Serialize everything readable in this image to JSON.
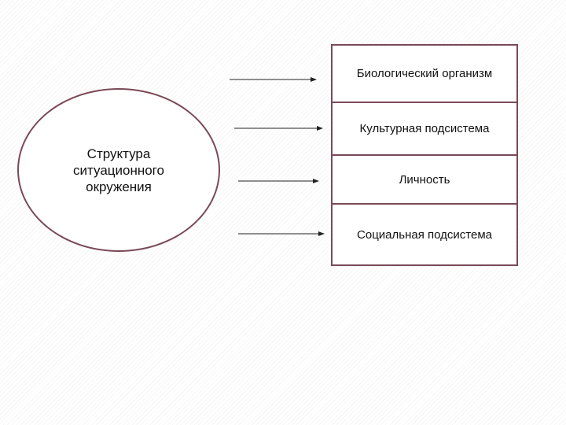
{
  "diagram": {
    "center_label_lines": [
      "Структура",
      "ситуационного",
      "окружения"
    ],
    "components": [
      "Биологический организм",
      "Культурная подсистема",
      "Личность",
      "Социальная подсистема"
    ],
    "colors": {
      "border": "#7a4a57",
      "arrow": "#222222",
      "text": "#111111"
    }
  }
}
